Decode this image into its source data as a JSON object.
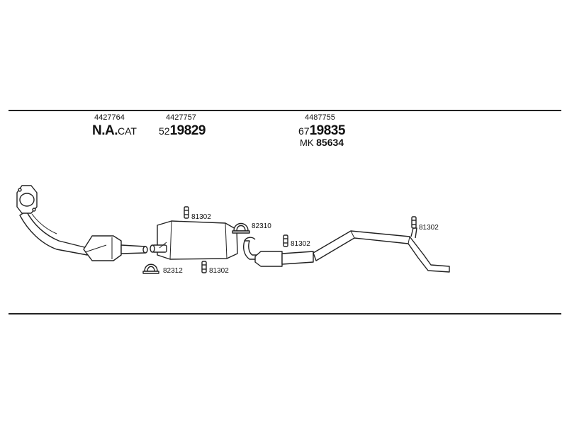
{
  "parts": {
    "cat": {
      "part_no": "4427764",
      "name_main": "N.A.",
      "name_suffix": "CAT"
    },
    "front_muffler": {
      "part_no": "4427757",
      "prefix": "52",
      "main": "19829"
    },
    "rear_muffler": {
      "part_no": "4487755",
      "prefix": "67",
      "main": "19835",
      "kit_prefix": "MK",
      "kit_no": "85634"
    }
  },
  "callouts": {
    "clamp_1": "82312",
    "clamp_2": "82310",
    "hanger_1": "81302",
    "hanger_2": "81302",
    "hanger_3": "81302",
    "hanger_4": "81302"
  },
  "colors": {
    "line": "#222222",
    "fill": "#ffffff"
  }
}
